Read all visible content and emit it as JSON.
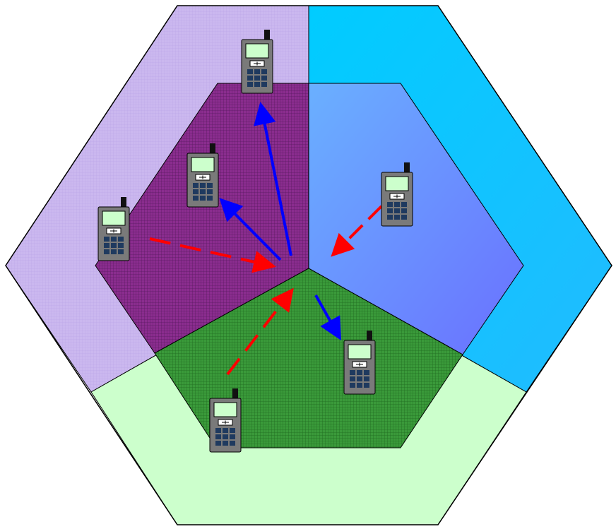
{
  "diagram": {
    "colors": {
      "outer_top_left": "#c8b4ee",
      "outer_top_right": "#00ccff",
      "outer_bottom": "#ccffcc",
      "inner_left": "#8b2d8f",
      "inner_right": "#6a84ff",
      "inner_bottom": "#3a9a3a",
      "outline": "#000000",
      "uplink_arrow": "#ff0000",
      "downlink_arrow": "#0000ff",
      "phone_body": "#7a7a7a",
      "phone_screen": "#ccffcc",
      "phone_keys": "#1f3a5f"
    },
    "icons": {
      "phone": "mobile-phone-icon"
    },
    "phones": [
      {
        "id": "phone-top"
      },
      {
        "id": "phone-left-inner"
      },
      {
        "id": "phone-left-outer"
      },
      {
        "id": "phone-right"
      },
      {
        "id": "phone-bottom-right"
      },
      {
        "id": "phone-bottom-left"
      }
    ],
    "arrows": [
      {
        "id": "uplink-left",
        "type": "uplink",
        "style": "dashed"
      },
      {
        "id": "uplink-right",
        "type": "uplink",
        "style": "dashed"
      },
      {
        "id": "uplink-bottom",
        "type": "uplink",
        "style": "dashed"
      },
      {
        "id": "downlink-top",
        "type": "downlink",
        "style": "solid"
      },
      {
        "id": "downlink-left",
        "type": "downlink",
        "style": "solid"
      },
      {
        "id": "downlink-bottom-right",
        "type": "downlink",
        "style": "solid"
      }
    ]
  }
}
